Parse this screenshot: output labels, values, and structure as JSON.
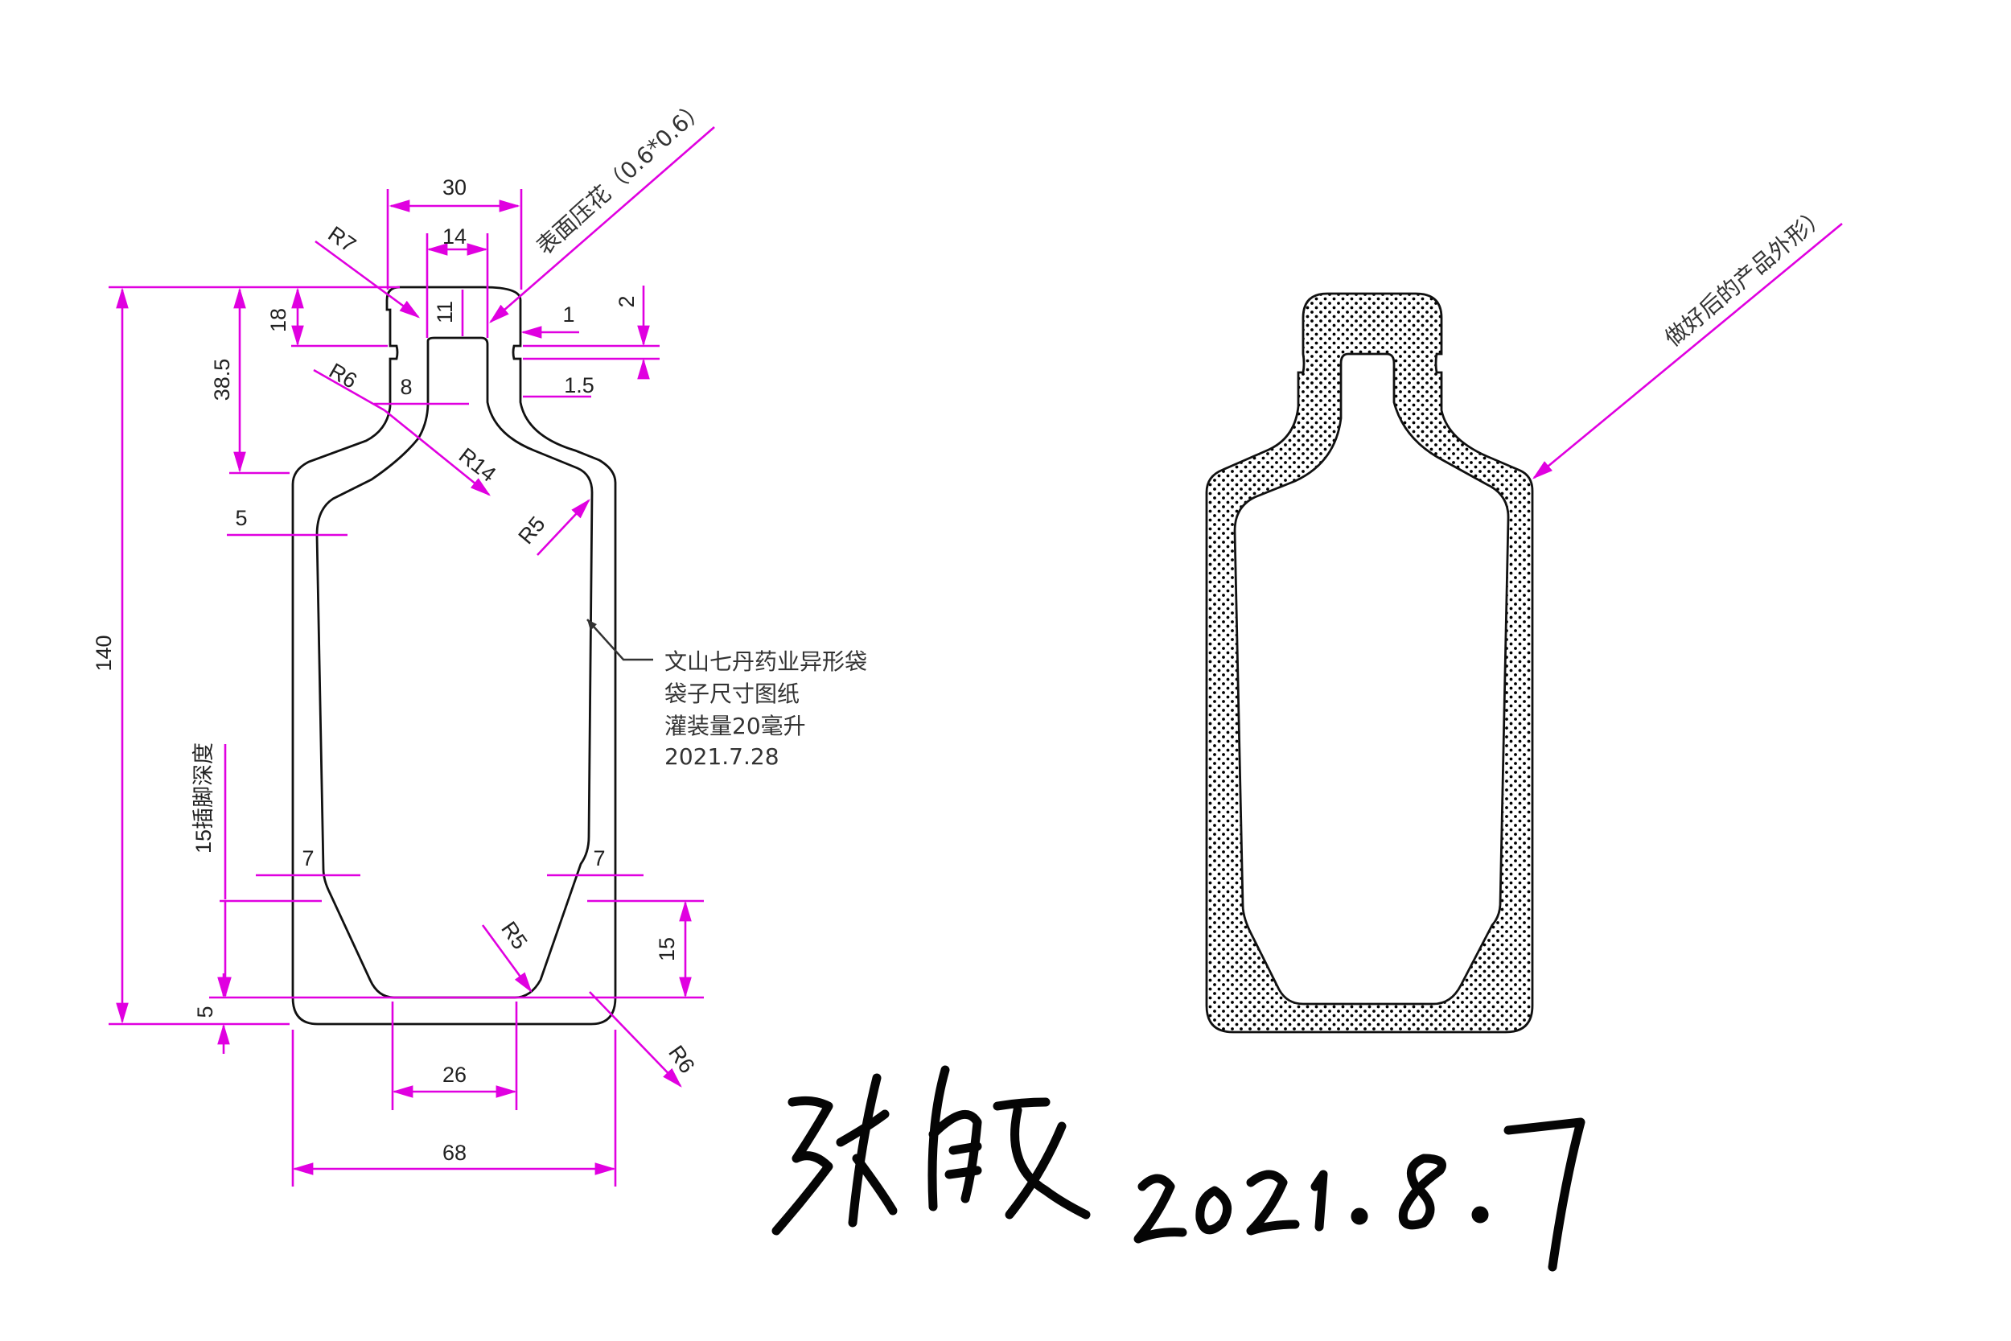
{
  "colors": {
    "dimension": "#e000e0",
    "outline": "#111111",
    "text": "#222222",
    "ink": "#050505"
  },
  "left_drawing": {
    "dimensions": {
      "w30": "30",
      "w14": "14",
      "r7": "R7",
      "h11": "11",
      "h18": "18",
      "t1": "1",
      "t2": "2",
      "h38_5": "38.5",
      "r6_top": "R6",
      "w8": "8",
      "t1_5": "1.5",
      "r14": "R14",
      "r5_shoulder": "R5",
      "s5": "5",
      "h140": "140",
      "ins15": "15插脚深度",
      "s7_left": "7",
      "s7_right": "7",
      "r5_bottom": "R5",
      "h15": "15",
      "b5": "5",
      "r6_bottom": "R6",
      "w26": "26",
      "w68": "68"
    },
    "emboss_label": "表面压花（0.6*0.6）",
    "note_lines": [
      "文山七丹药业异形袋",
      "袋子尺寸图纸",
      "灌装量20毫升",
      "2021.7.28"
    ]
  },
  "right_drawing": {
    "label": "做好后的产品外形）"
  },
  "signature": {
    "name": "张毅",
    "date": "2021.8.7"
  }
}
